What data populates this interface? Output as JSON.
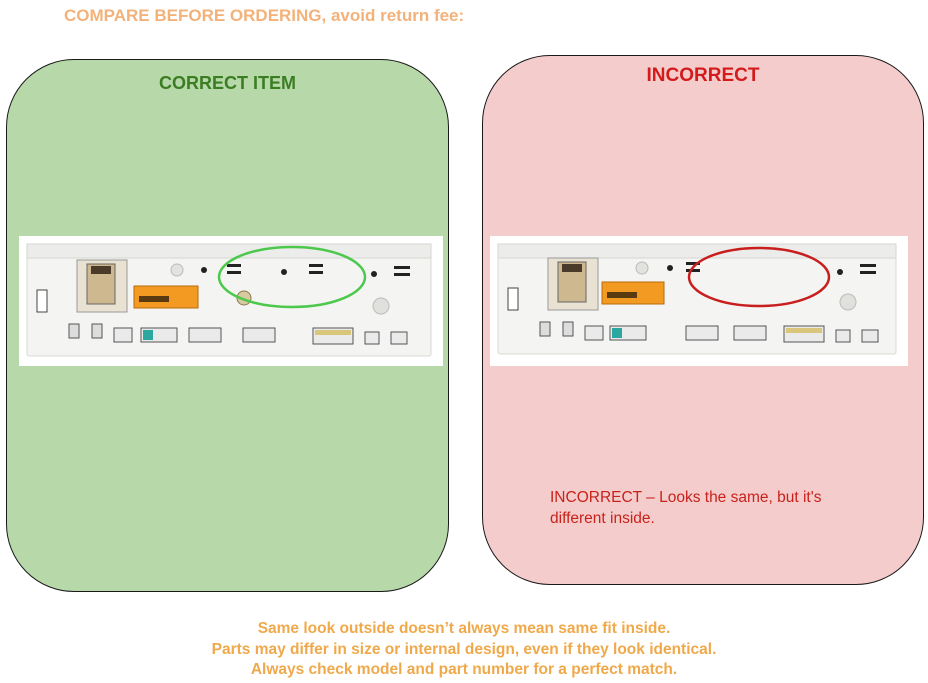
{
  "header": {
    "title": "COMPARE BEFORE ORDERING, avoid return fee:"
  },
  "panels": {
    "correct": {
      "title": "CORRECT ITEM",
      "bg_color": "#b7d8a8",
      "title_color": "#3b7d23",
      "highlight_color": "#4cc94c",
      "image_icon": "control-board-image"
    },
    "incorrect": {
      "title": "INCORRECT",
      "bg_color": "#f4cccc",
      "title_color": "#d41b1b",
      "highlight_color": "#c81e1e",
      "image_icon": "control-board-image",
      "note": "INCORRECT – Looks the same, but it's different inside."
    }
  },
  "footer": {
    "lines": [
      "Same look outside doesn’t always mean same fit inside.",
      "Parts may differ in size or internal design, even if they look identical.",
      "Always check model and part number for a perfect match."
    ],
    "color": "#f0a94a"
  }
}
